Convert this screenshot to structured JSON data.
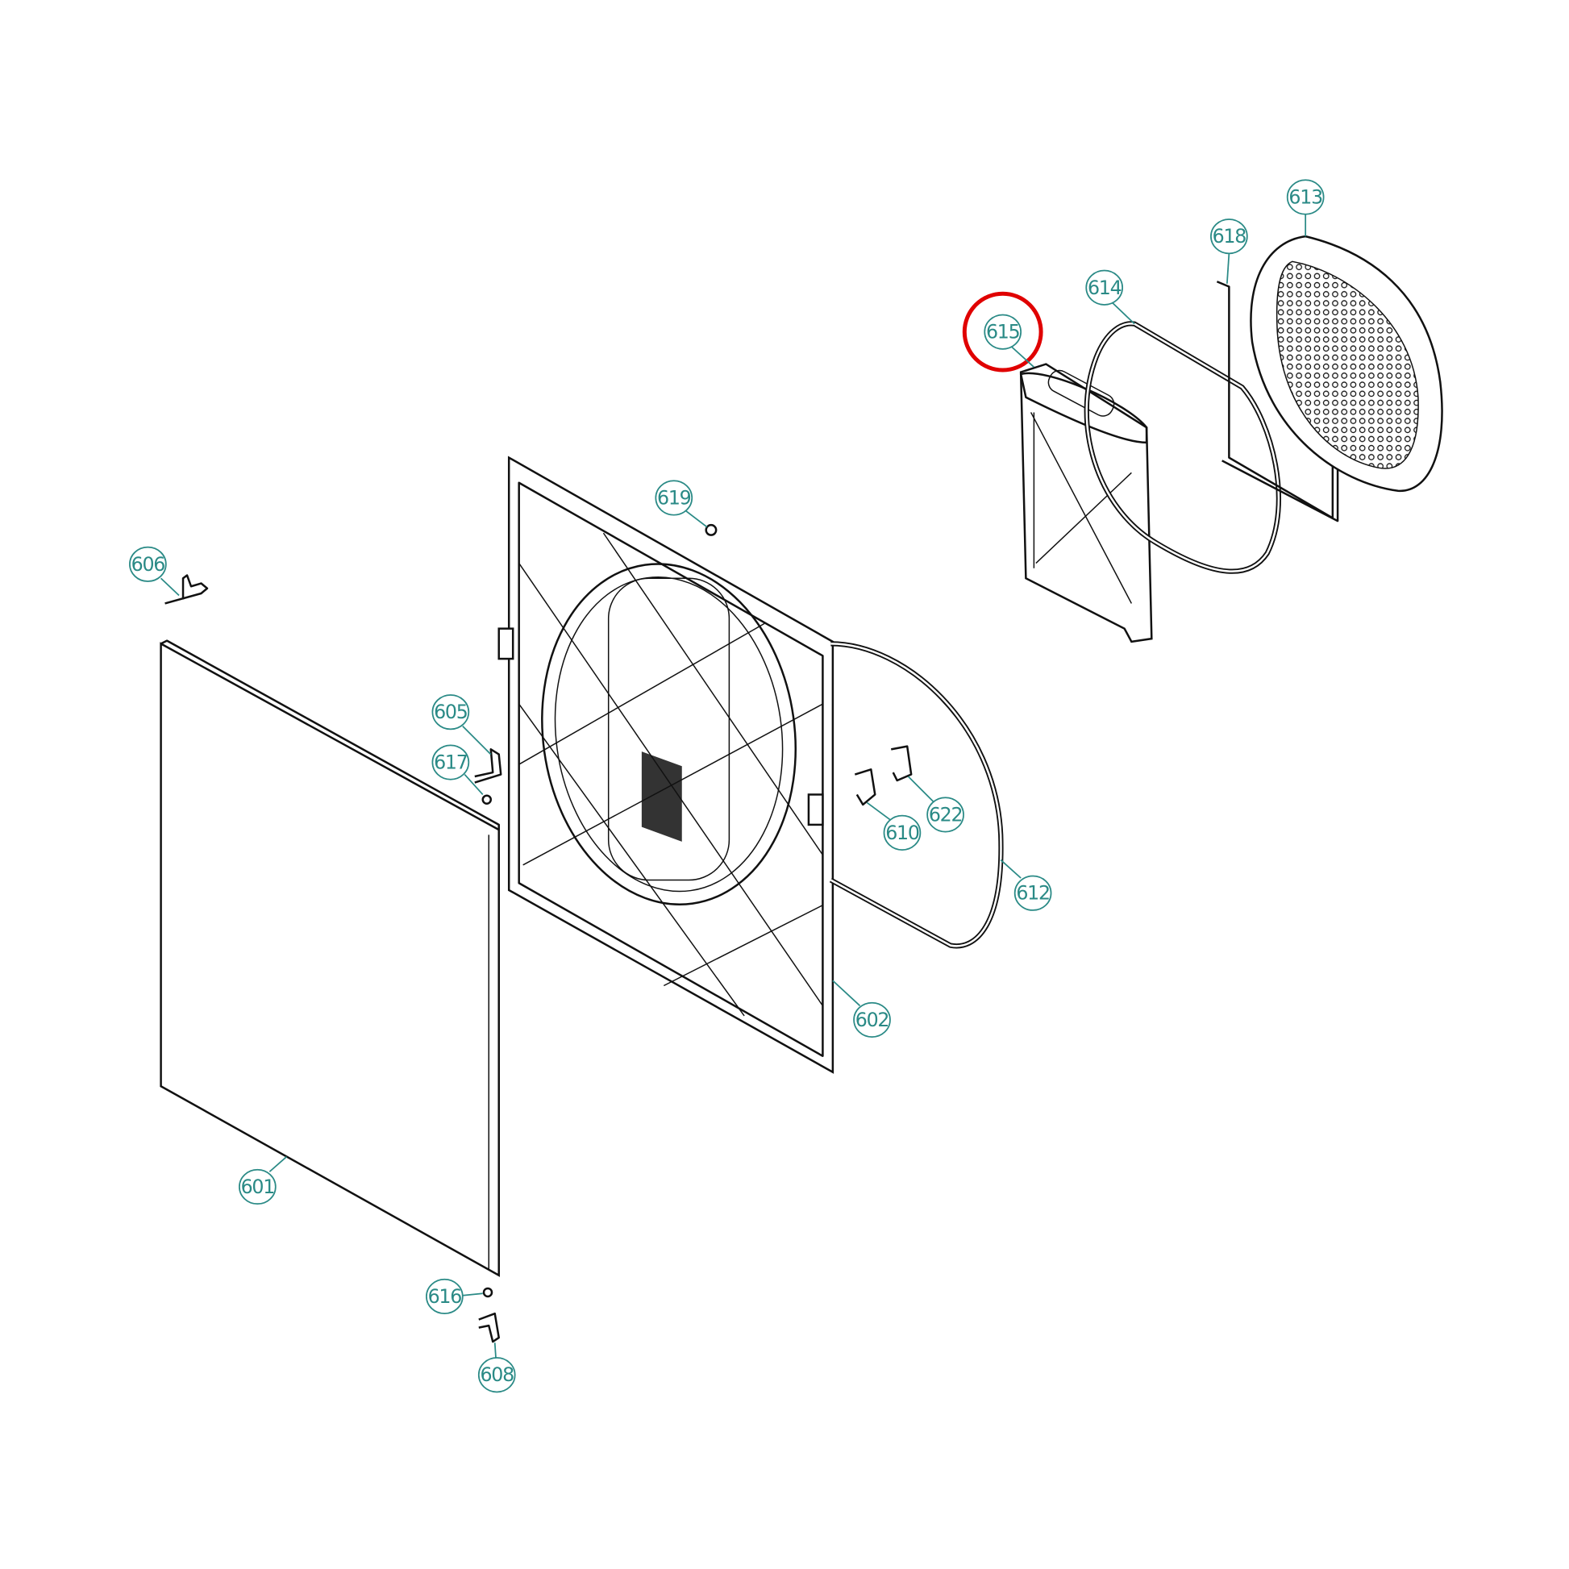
{
  "diagram": {
    "highlight_color": "#e00000",
    "label_color": "#2a8a86",
    "highlighted_part": "615",
    "callouts": [
      {
        "id": "601",
        "label": "601"
      },
      {
        "id": "602",
        "label": "602"
      },
      {
        "id": "605",
        "label": "605"
      },
      {
        "id": "606",
        "label": "606"
      },
      {
        "id": "608",
        "label": "608"
      },
      {
        "id": "610",
        "label": "610"
      },
      {
        "id": "612",
        "label": "612"
      },
      {
        "id": "613",
        "label": "613"
      },
      {
        "id": "614",
        "label": "614"
      },
      {
        "id": "615",
        "label": "615"
      },
      {
        "id": "616",
        "label": "616"
      },
      {
        "id": "617",
        "label": "617"
      },
      {
        "id": "618",
        "label": "618"
      },
      {
        "id": "619",
        "label": "619"
      },
      {
        "id": "622",
        "label": "622"
      }
    ]
  }
}
